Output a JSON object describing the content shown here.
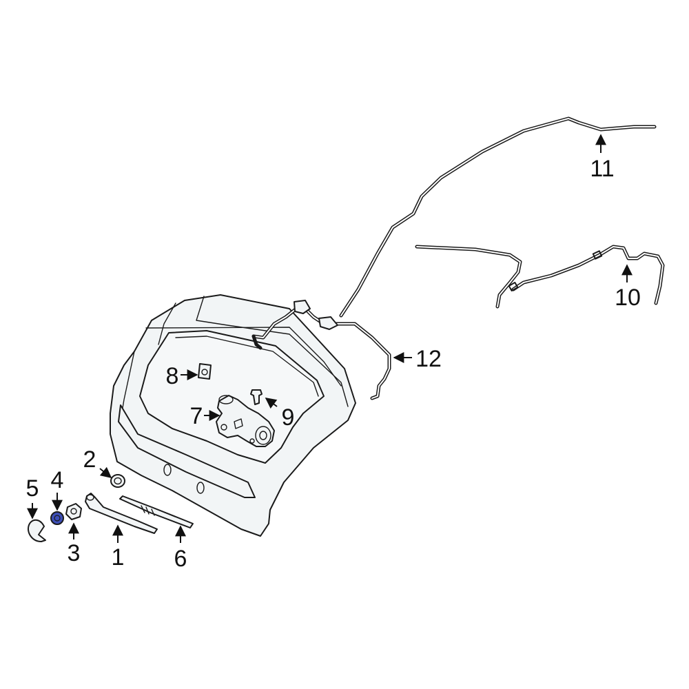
{
  "diagram": {
    "highlight_color": "#3d4fb8",
    "highlighted_part": "4",
    "callouts": [
      {
        "id": "c1",
        "text": "1"
      },
      {
        "id": "c2",
        "text": "2"
      },
      {
        "id": "c3",
        "text": "3"
      },
      {
        "id": "c4",
        "text": "4"
      },
      {
        "id": "c5",
        "text": "5"
      },
      {
        "id": "c6",
        "text": "6"
      },
      {
        "id": "c7",
        "text": "7"
      },
      {
        "id": "c8",
        "text": "8"
      },
      {
        "id": "c9",
        "text": "9"
      },
      {
        "id": "c10",
        "text": "10"
      },
      {
        "id": "c11",
        "text": "11"
      },
      {
        "id": "c12",
        "text": "12"
      }
    ]
  }
}
